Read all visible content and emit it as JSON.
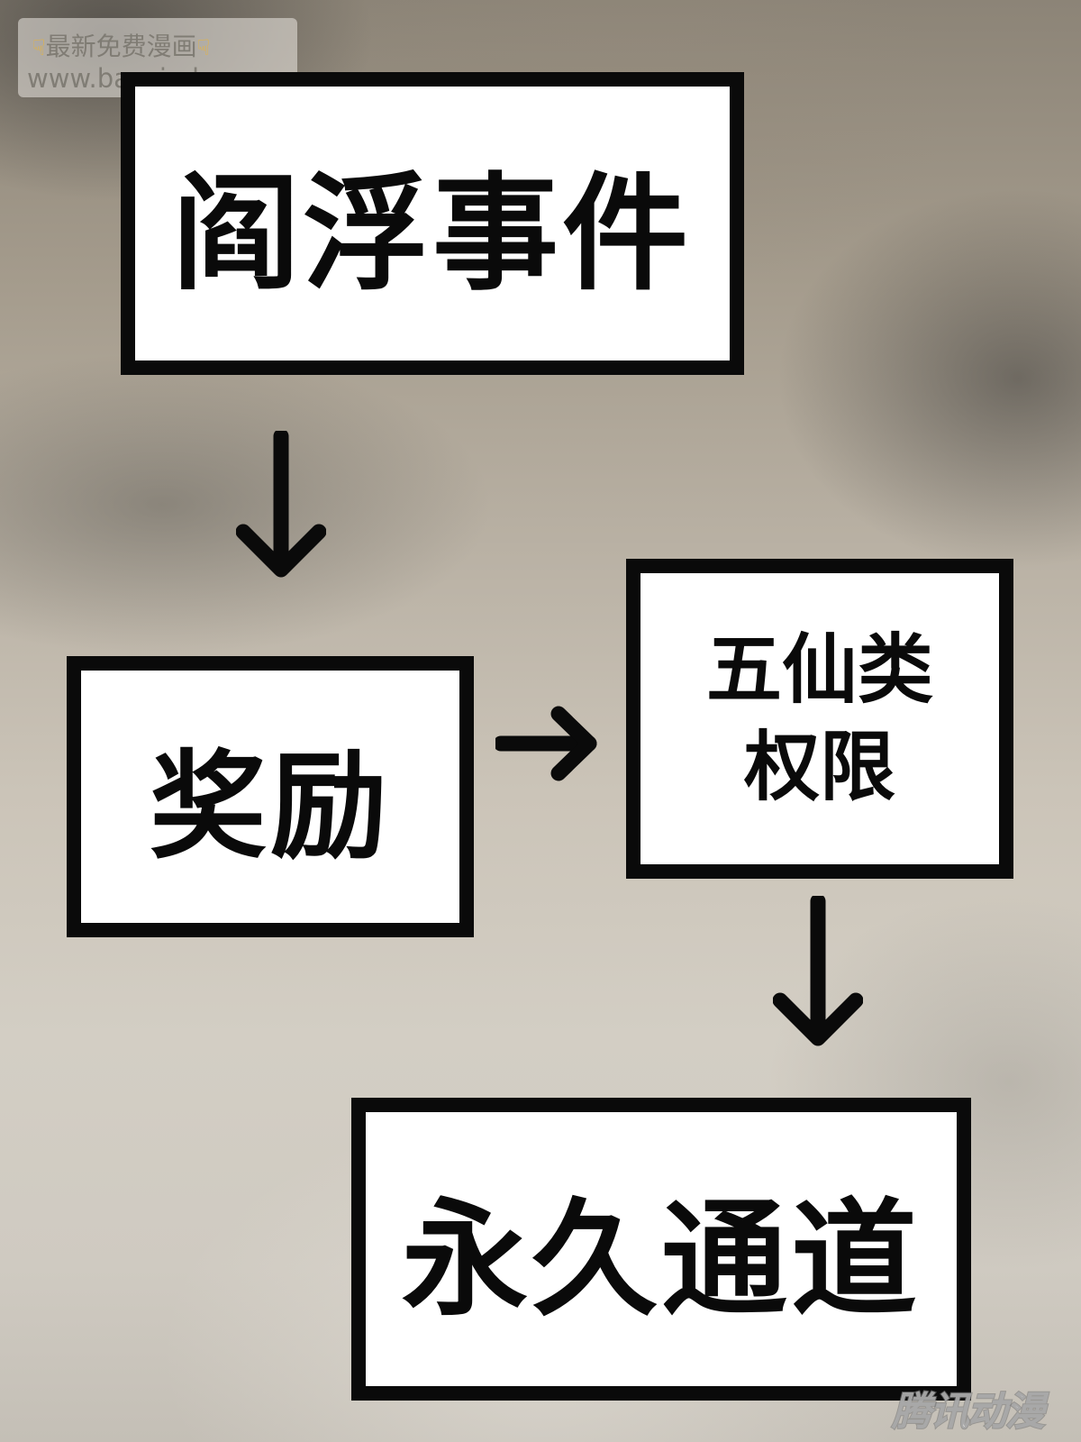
{
  "watermark": {
    "line1": "最新免费漫画",
    "line2": "www.baozimh.com",
    "pointer_icon": "pointing-down-hand-icon"
  },
  "flowchart": {
    "nodes": [
      {
        "id": "event",
        "label": "阎浮事件"
      },
      {
        "id": "reward",
        "label": "奖励"
      },
      {
        "id": "permission",
        "lines": [
          "五仙类",
          "权限"
        ]
      },
      {
        "id": "channel",
        "label": "永久通道"
      }
    ],
    "edges": [
      {
        "from": "event",
        "to": "reward",
        "direction": "down"
      },
      {
        "from": "reward",
        "to": "permission",
        "direction": "right"
      },
      {
        "from": "permission",
        "to": "channel",
        "direction": "down"
      }
    ]
  },
  "logo": {
    "text": "腾讯动漫"
  },
  "colors": {
    "box_border": "#0a0a0a",
    "box_fill": "#ffffff",
    "text": "#0a0a0a"
  }
}
